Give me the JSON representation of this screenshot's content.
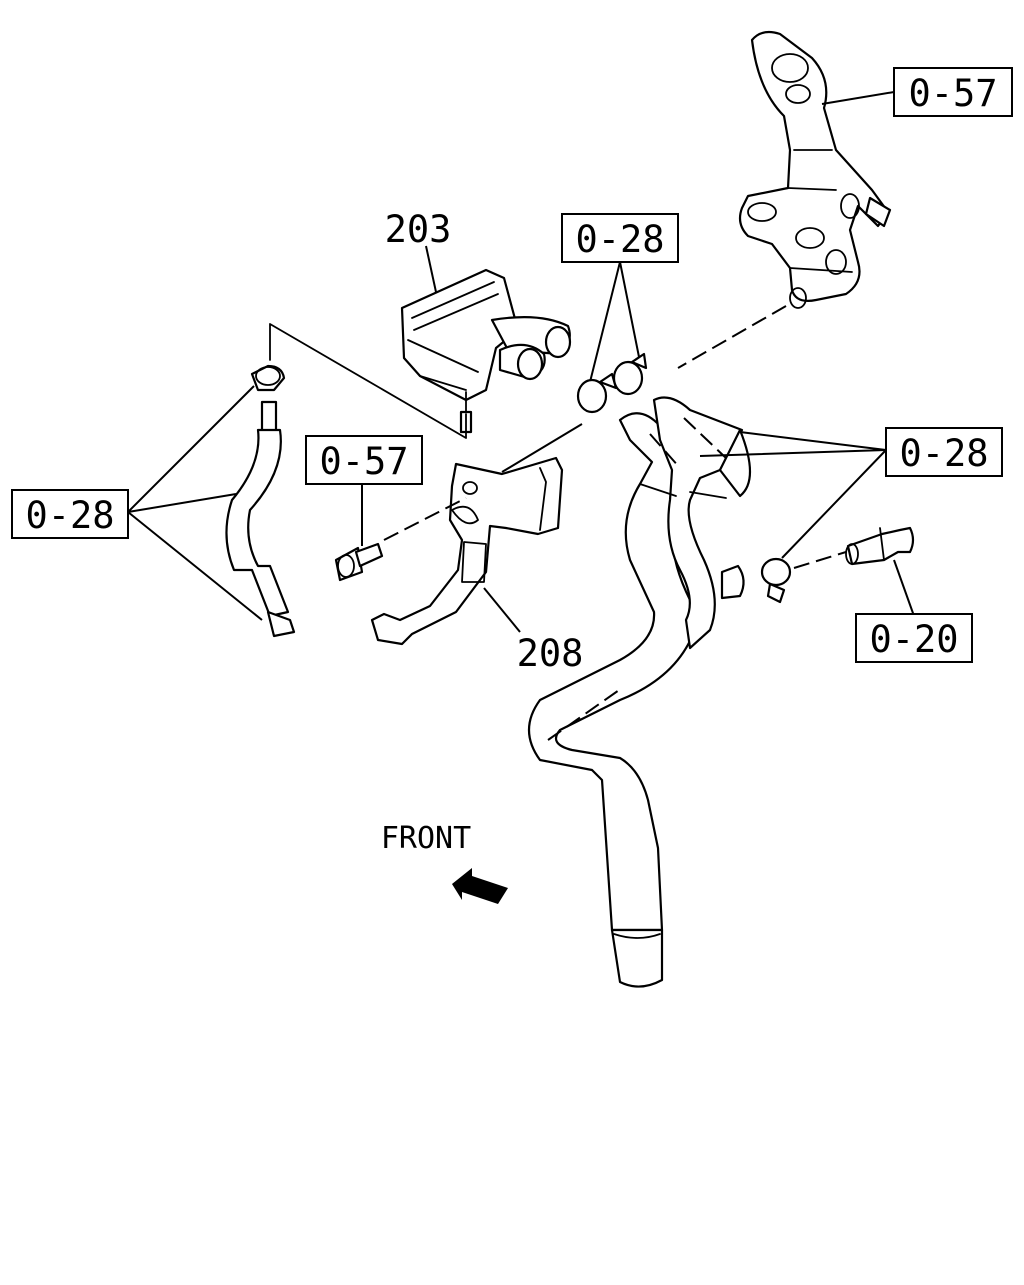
{
  "labels": {
    "bracket_top_right": "0-57",
    "canister": "203",
    "clamps_top": "0-28",
    "bolt": "0-57",
    "hose_left": "0-28",
    "hoses_right": "0-28",
    "connector": "0-20",
    "bracket": "208"
  },
  "front_label": "FRONT"
}
